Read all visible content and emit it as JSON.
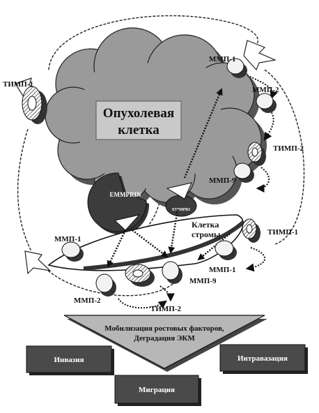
{
  "labels": {
    "tumor_cell": [
      "Опухолевая",
      "клетка"
    ],
    "stroma_cell": [
      "Клетка",
      "стромы"
    ],
    "emmprin_large": "EMMPRIN",
    "emmprin_small": "EMMPRI",
    "timp1_left": "ТИМП-1",
    "timp1_right": "ТИМП-1",
    "timp2_right": "ТИМП-2",
    "timp2_bottom": "ТИМП-2",
    "mmp1_top": "ММП-1",
    "mmp2_top": "ММП-2",
    "mmp9_mid": "ММП-9",
    "mmp1_left": "ММП-1",
    "mmp1_right": "ММП-1",
    "mmp9_bottom": "ММП-9",
    "mmp2_bottom": "ММП-2"
  },
  "funnel_text": [
    "Мобилизация ростовых факторов,",
    "Деградация ЭКМ"
  ],
  "outcomes": {
    "invasion": "Инвазия",
    "intravasation": "Интравазация",
    "migration": "Миграция"
  }
}
